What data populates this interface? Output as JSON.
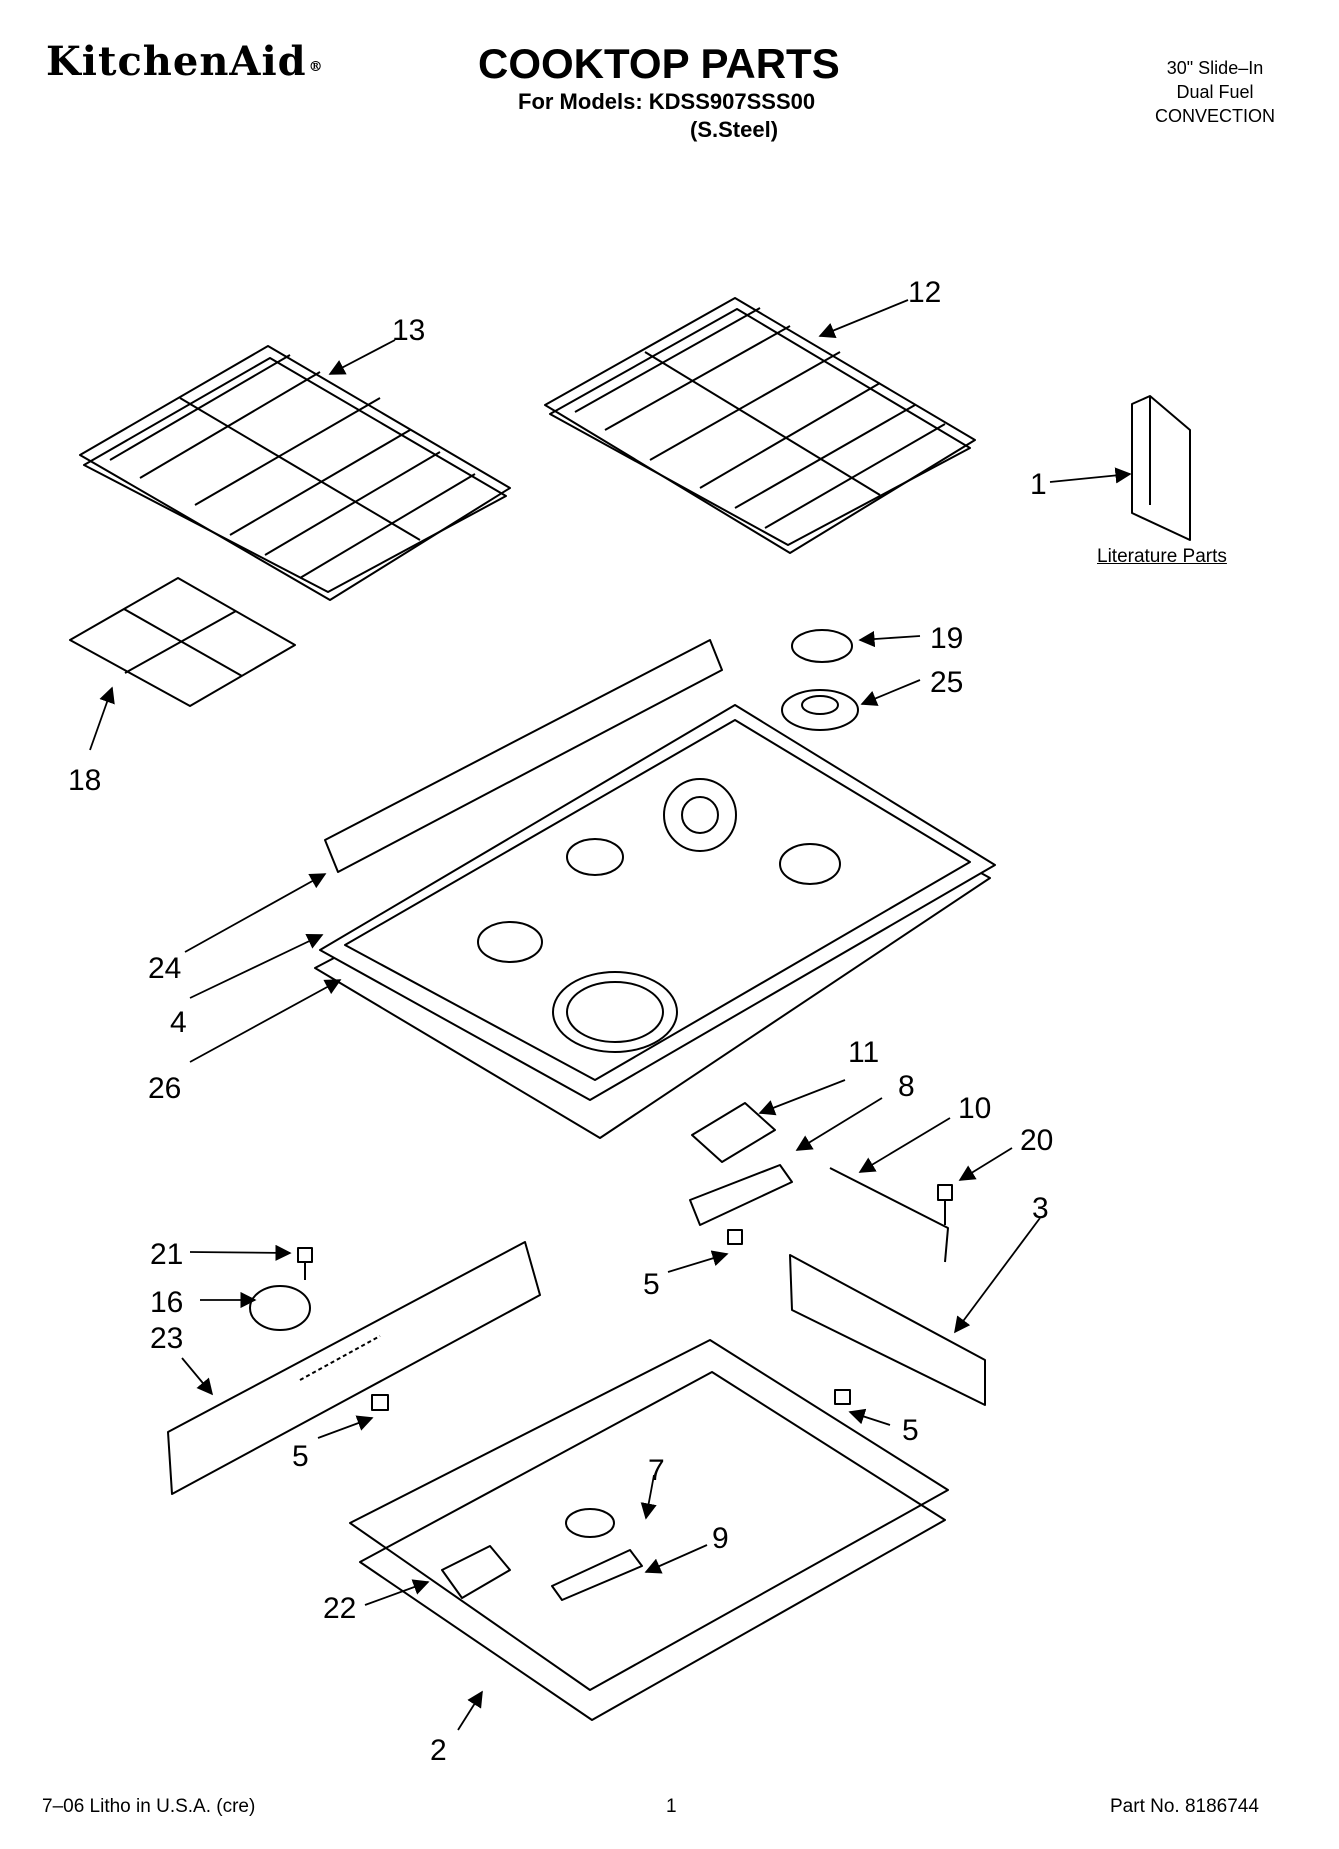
{
  "header": {
    "brand": "KitchenAid",
    "brand_mark": "®",
    "title": "COOKTOP PARTS",
    "models_line": "For Models: KDSS907SSS00",
    "variant": "(S.Steel)",
    "spec_lines": [
      "30\" Slide–In",
      "Dual Fuel",
      "CONVECTION"
    ]
  },
  "literature_label": "Literature Parts",
  "callouts": [
    "13",
    "12",
    "1",
    "18",
    "19",
    "25",
    "24",
    "4",
    "26",
    "11",
    "8",
    "10",
    "20",
    "3",
    "21",
    "16",
    "23",
    "5",
    "5",
    "5",
    "7",
    "9",
    "22",
    "2"
  ],
  "footer": {
    "left": "7–06 Litho in U.S.A. (cre)",
    "page": "1",
    "part_no": "Part No. 8186744"
  },
  "colors": {
    "ink": "#000000",
    "paper": "#ffffff"
  }
}
